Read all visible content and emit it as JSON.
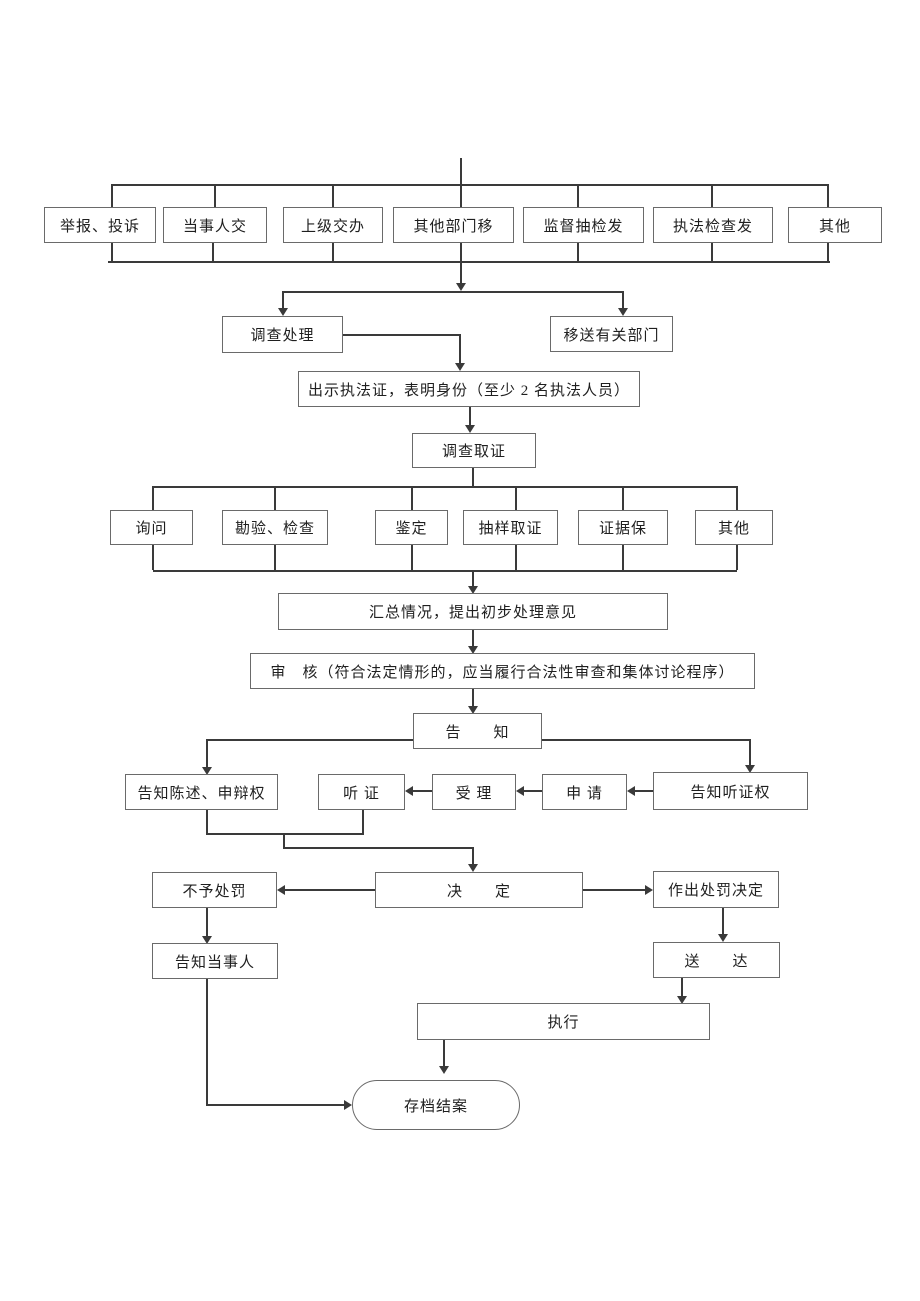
{
  "colors": {
    "background": "#ffffff",
    "line": "#3a3a3a",
    "box_border": "#6a6a6a",
    "text": "#1f1f1f"
  },
  "nodes": {
    "source_report": "举报、投诉",
    "source_party": "当事人交",
    "source_superior": "上级交办",
    "source_other_dept": "其他部门移",
    "source_supervision": "监督抽检发",
    "source_inspection": "执法检查发",
    "source_other": "其他",
    "investigate_handle": "调查处理",
    "transfer_dept": "移送有关部门",
    "show_credentials": "出示执法证，表明身份（至少 2 名执法人员）",
    "evidence_collection": "调查取证",
    "ev_inquiry": "询问",
    "ev_survey": "勘验、检查",
    "ev_appraisal": "鉴定",
    "ev_sampling": "抽样取证",
    "ev_preservation": "证据保",
    "ev_other": "其他",
    "summary": "汇总情况，提出初步处理意见",
    "review": "审　核（符合法定情形的，应当履行合法性审查和集体讨论程序）",
    "notify": "告　　知",
    "notify_statement": "告知陈述、申辩权",
    "hearing": "听 证",
    "accept": "受 理",
    "apply": "申 请",
    "notify_hearing_right": "告知听证权",
    "no_penalty": "不予处罚",
    "decision": "决　　定",
    "penalty_decision": "作出处罚决定",
    "notify_party": "告知当事人",
    "delivery": "送　　达",
    "execution": "执行",
    "archive": "存档结案"
  }
}
